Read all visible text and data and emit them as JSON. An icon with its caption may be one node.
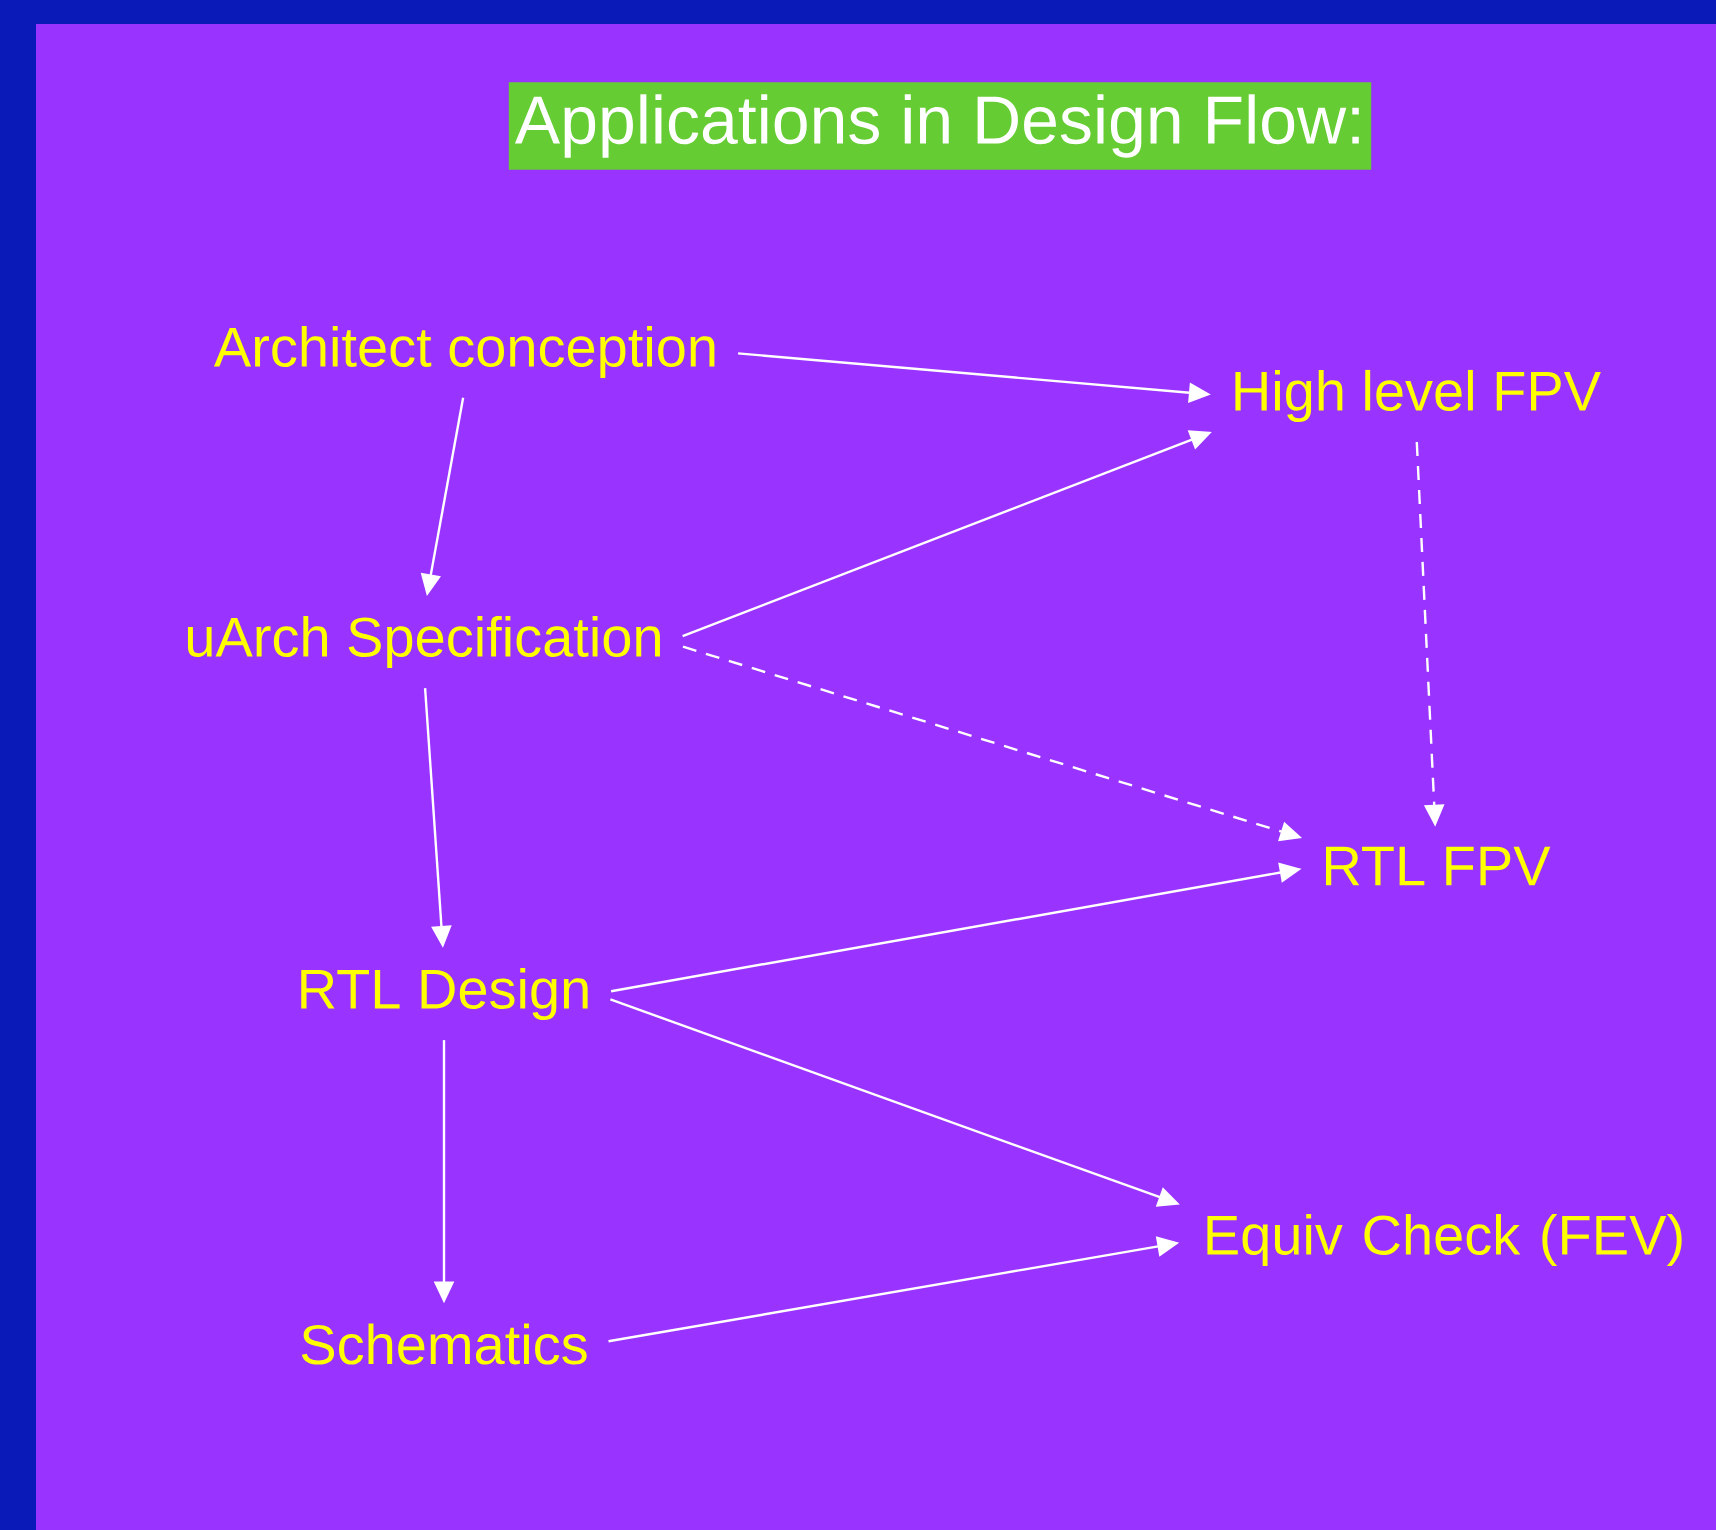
{
  "diagram": {
    "title": "Applications in Design Flow:",
    "nodes": [
      {
        "text": [
          "Architect conception"
        ]
      },
      {
        "text": [
          "High level FPV"
        ]
      },
      {
        "text": [
          "uArch Specification"
        ]
      },
      {
        "text": [
          "RTL FPV"
        ]
      },
      {
        "text": [
          "RTL Design"
        ]
      },
      {
        "text": [
          "Equiv Check (FEV)"
        ]
      },
      {
        "text": [
          "Schematics"
        ]
      }
    ],
    "edges": [
      {
        "from": 0,
        "to": 1,
        "arrow": "to"
      },
      {
        "from": 0,
        "to": 2,
        "arrow": "to"
      },
      {
        "from": 2,
        "to": 1,
        "arrow": "to"
      },
      {
        "from": 2,
        "to": 3,
        "arrow": "to",
        "style": "dashed"
      },
      {
        "from": 1,
        "to": 3,
        "arrow": "to",
        "style": "dashed"
      },
      {
        "from": 2,
        "to": 4,
        "arrow": "to"
      },
      {
        "from": 4,
        "to": 3,
        "arrow": "to"
      },
      {
        "from": 4,
        "to": 5,
        "arrow": "to"
      },
      {
        "from": 4,
        "to": 6,
        "arrow": "to"
      },
      {
        "from": 6,
        "to": 5,
        "arrow": "to"
      }
    ]
  }
}
